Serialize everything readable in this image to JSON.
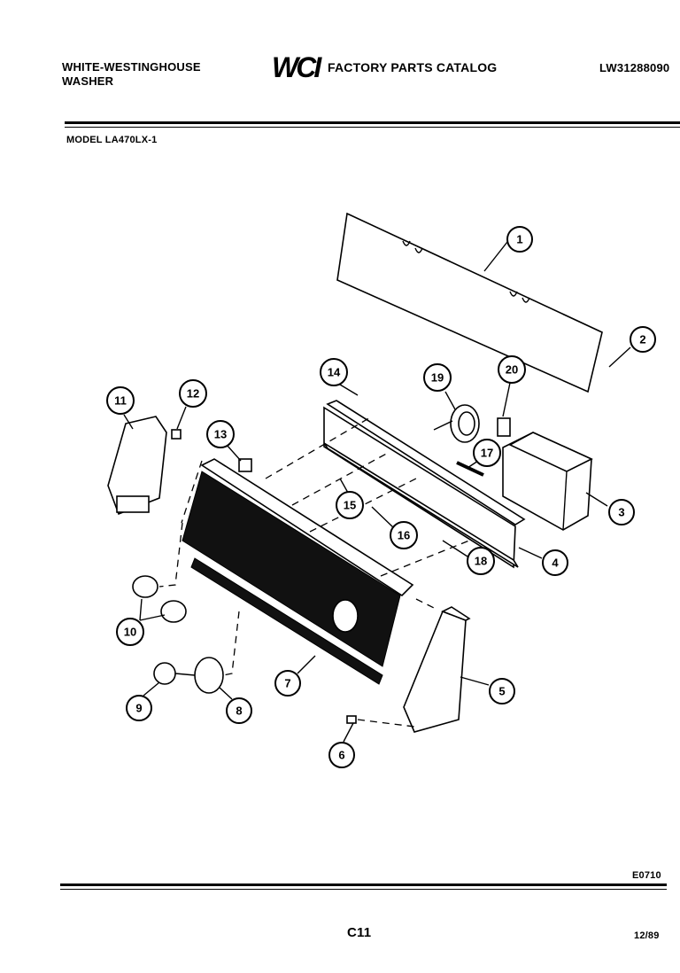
{
  "header": {
    "brand_line1": "WHITE-WESTINGHOUSE",
    "brand_line2": "WASHER",
    "logo_text": "WCI",
    "catalog_title": "FACTORY PARTS CATALOG",
    "doc_number": "LW31288090"
  },
  "model": "MODEL LA470LX-1",
  "callouts": [
    "1",
    "2",
    "3",
    "4",
    "5",
    "6",
    "7",
    "8",
    "9",
    "10",
    "11",
    "12",
    "13",
    "14",
    "15",
    "16",
    "17",
    "18",
    "19",
    "20"
  ],
  "footer": {
    "diagram_code": "E0710",
    "page_code": "C11",
    "date_code": "12/89"
  }
}
